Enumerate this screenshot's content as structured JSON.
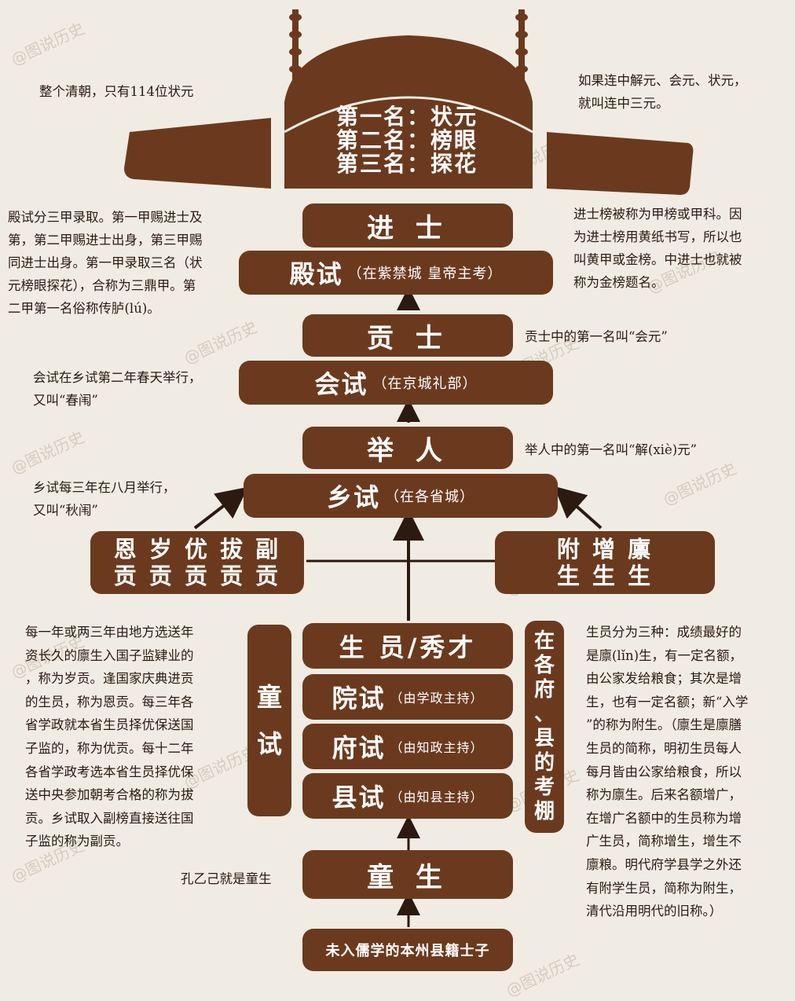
{
  "top_rank": {
    "line1": "第一名：状元",
    "line2": "第二名：榜眼",
    "line3": "第三名：探花"
  },
  "notes": {
    "qing_zhuangyuan": "整个清朝，只有114位状元",
    "lianzhong_1": "如果连中解元、会元、状元，",
    "lianzhong_2": "就叫连中三元。",
    "dianshi_desc": [
      "殿试分三甲录取。第一甲赐进士及",
      "第，第二甲赐进士出身，第三甲赐",
      "同进士出身。第一甲录取三名（状",
      "元榜眼探花），合称为三鼎甲。第",
      "二甲第一名俗称传胪(lú)。"
    ],
    "jinshi_desc": [
      "进士榜被称为甲榜或甲科。因",
      "为进士榜用黄纸书写，所以也",
      "叫黄甲或金榜。中进士也就被",
      "称为金榜题名。"
    ],
    "gongshi_first": "贡士中的第一名叫“会元”",
    "huishi_desc": [
      "会试在乡试第二年春天举行，",
      "又叫“春闱”"
    ],
    "juren_first": "举人中的第一名叫“解(xiè)元”",
    "xiangshi_desc": [
      "乡试每三年在八月举行，",
      "又叫“秋闱”"
    ],
    "gong_desc": [
      "每一年或两三年由地方选送年",
      "资长久的廪生入国子监肄业的",
      "，称为岁贡。逢国家庆典进贡",
      "的生员，称为恩贡。每三年各",
      "省学政就本省生员择优保送国",
      "子监的，称为优贡。每十二年",
      "各省学政考选本省生员择优保",
      "送中央参加朝考合格的称为拔",
      "贡。乡试取入副榜直接送往国",
      "子监的称为副贡。"
    ],
    "shengyuan_desc": [
      "生员分为三种：成绩最好的",
      "是廪(lǐn)生，有一定名额，",
      "由公家发给粮食；其次是增",
      "生，也有一定名额；新“入学",
      "”的称为附生。（廪生是廪膳",
      "生员的简称，明初生员每人",
      "每月皆由公家给粮食，所以",
      "称为廪生。后来名额增广，",
      "在增广名额中的生员称为增",
      "广生员，简称增生，增生不",
      "廪粮。明代府学县学之外还",
      "有附学生员，简称为附生，",
      "清代沿用明代的旧称。）"
    ],
    "kongyiji": "孔乙己就是童生"
  },
  "ladder": {
    "jinshi": "进 士",
    "dianshi": "殿试",
    "dianshi_note": "（在紫禁城 皇帝主考）",
    "gongshi": "贡 士",
    "huishi": "会试",
    "huishi_note": "（在京城礼部）",
    "juren": "举 人",
    "xiangshi": "乡试",
    "xiangshi_note": "（在各省城）",
    "shengyuan": "生 员/秀才",
    "yuanshi": "院试",
    "yuanshi_note": "（由学政主持）",
    "fushi": "府试",
    "fushi_note": "（由知政主持）",
    "xianshi": "县试",
    "xianshi_note": "（由知县主持）",
    "tongsheng": "童 生",
    "shizi": "未入儒学的本州县籍士子"
  },
  "tongshi_label": [
    "童",
    "试"
  ],
  "kaopeng_label": [
    "在",
    "各",
    "府",
    "、",
    "县",
    "的",
    "考",
    "棚"
  ],
  "gong_types": {
    "row1": "恩 岁 优 拔 副",
    "row2": "贡 贡 贡 贡 贡"
  },
  "sheng_types": {
    "row1": "附 增 廪",
    "row2": "生 生 生"
  },
  "watermark": "@图说历史"
}
